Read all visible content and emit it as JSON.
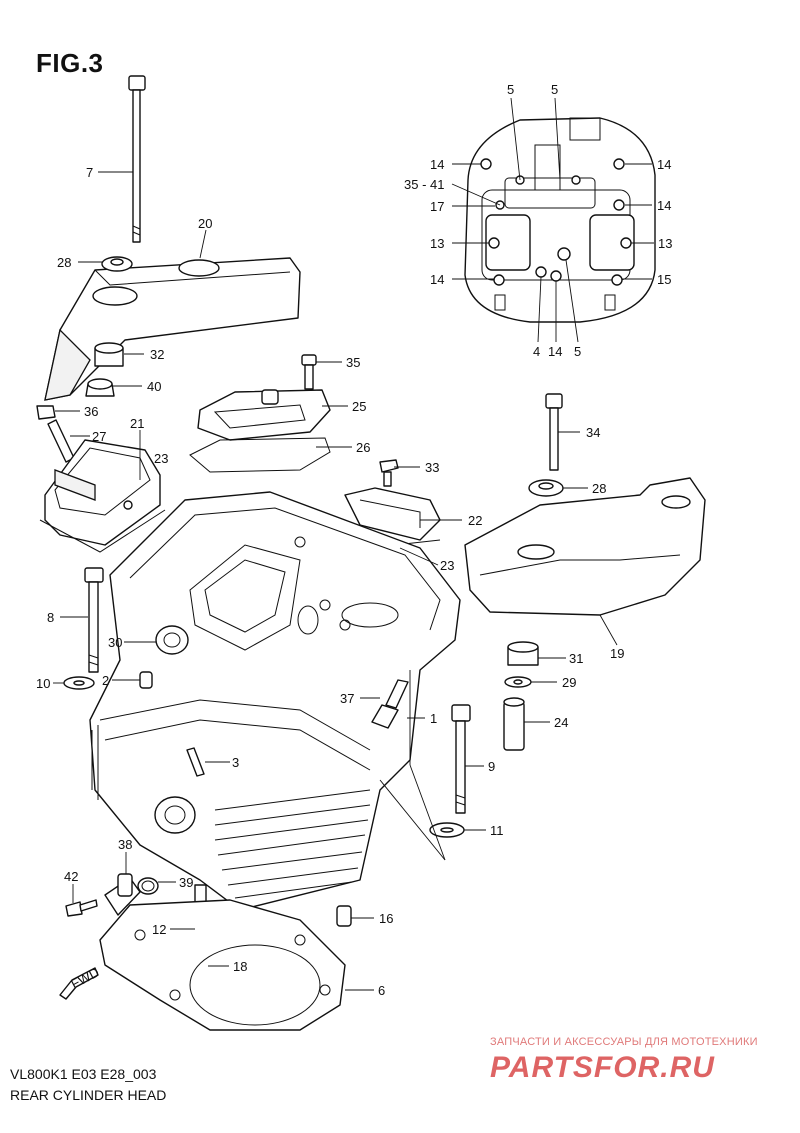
{
  "figure": {
    "title": "FIG.3",
    "code": "VL800K1 E03 E28_003",
    "name": "REAR CYLINDER HEAD"
  },
  "watermark": {
    "tagline": "ЗАПЧАСТИ И АКСЕССУАРЫ ДЛЯ МОТОТЕХНИКИ",
    "logo": "PARTSFOR.RU"
  },
  "fwd_label": "FWD",
  "callouts": [
    "1",
    "2",
    "3",
    "4",
    "5",
    "6",
    "7",
    "8",
    "9",
    "10",
    "11",
    "12",
    "13",
    "14",
    "15",
    "16",
    "17",
    "18",
    "19",
    "20",
    "21",
    "22",
    "23",
    "24",
    "25",
    "26",
    "27",
    "28",
    "29",
    "30",
    "31",
    "32",
    "33",
    "34",
    "35",
    "36",
    "37",
    "38",
    "39",
    "40",
    "41",
    "42",
    "35 - 41"
  ]
}
